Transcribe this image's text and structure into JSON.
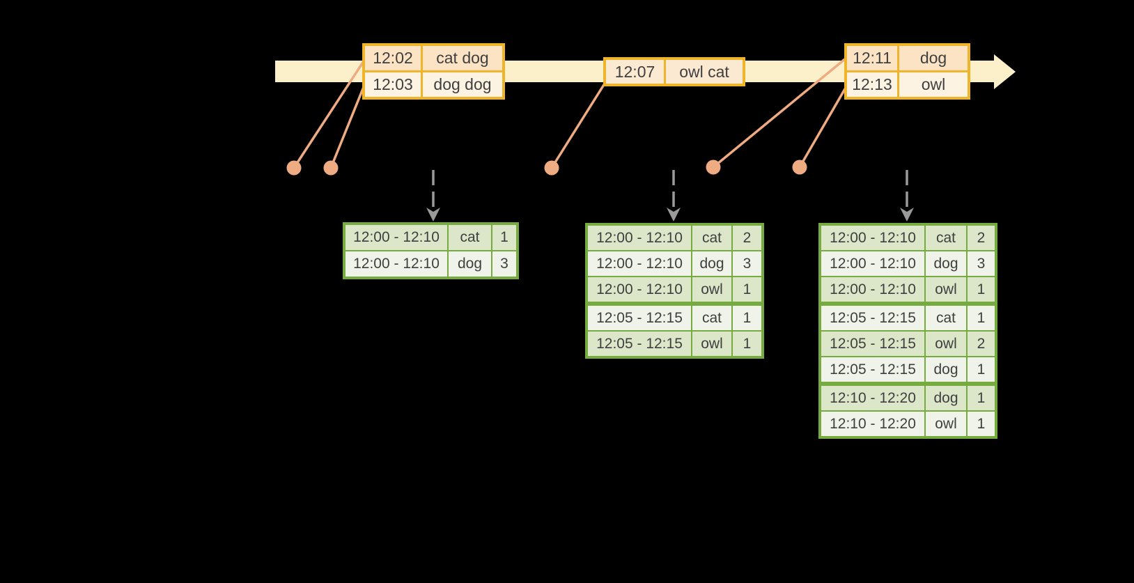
{
  "palette": {
    "background": "#000000",
    "timeline_fill": "#fcf0cb",
    "event_border": "#f0b42b",
    "event_row_dark": "#fbe3c4",
    "event_row_light": "#fdf3e3",
    "event_row_single": "#fbe9d2",
    "connector_salmon": "#efab81",
    "trigger_gray": "#9a9a9a",
    "result_border": "#76ab40",
    "result_row_dark": "#dce7ca",
    "result_row_light": "#eff3e9",
    "text": "#3f3f3f"
  },
  "events": [
    {
      "rows": [
        {
          "time": "12:02",
          "words": "cat dog"
        },
        {
          "time": "12:03",
          "words": "dog dog"
        }
      ]
    },
    {
      "rows": [
        {
          "time": "12:07",
          "words": "owl cat"
        }
      ]
    },
    {
      "rows": [
        {
          "time": "12:11",
          "words": "dog"
        },
        {
          "time": "12:13",
          "words": "owl"
        }
      ]
    }
  ],
  "results": [
    {
      "rows": [
        {
          "window": "12:00 - 12:10",
          "word": "cat",
          "count": "1"
        },
        {
          "window": "12:00 - 12:10",
          "word": "dog",
          "count": "3"
        }
      ]
    },
    {
      "rows": [
        {
          "window": "12:00 - 12:10",
          "word": "cat",
          "count": "2"
        },
        {
          "window": "12:00 - 12:10",
          "word": "dog",
          "count": "3"
        },
        {
          "window": "12:00 - 12:10",
          "word": "owl",
          "count": "1"
        },
        {
          "window": "12:05 - 12:15",
          "word": "cat",
          "count": "1"
        },
        {
          "window": "12:05 - 12:15",
          "word": "owl",
          "count": "1"
        }
      ]
    },
    {
      "rows": [
        {
          "window": "12:00 - 12:10",
          "word": "cat",
          "count": "2"
        },
        {
          "window": "12:00 - 12:10",
          "word": "dog",
          "count": "3"
        },
        {
          "window": "12:00 - 12:10",
          "word": "owl",
          "count": "1"
        },
        {
          "window": "12:05 - 12:15",
          "word": "cat",
          "count": "1"
        },
        {
          "window": "12:05 - 12:15",
          "word": "owl",
          "count": "2"
        },
        {
          "window": "12:05 - 12:15",
          "word": "dog",
          "count": "1"
        },
        {
          "window": "12:10 - 12:20",
          "word": "dog",
          "count": "1"
        },
        {
          "window": "12:10 - 12:20",
          "word": "owl",
          "count": "1"
        }
      ]
    }
  ]
}
